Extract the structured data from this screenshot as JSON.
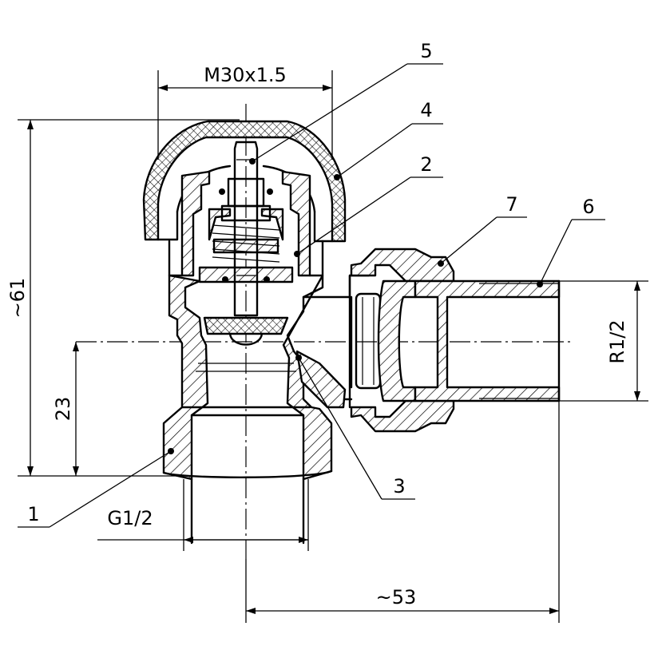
{
  "dimensions": {
    "thread_top": "M30x1.5",
    "height_total": "~61",
    "height_axis": "23",
    "thread_bottom": "G1/2",
    "thread_side": "R1/2",
    "length_side": "~53"
  },
  "callouts": [
    "1",
    "2",
    "3",
    "4",
    "5",
    "6",
    "7"
  ]
}
